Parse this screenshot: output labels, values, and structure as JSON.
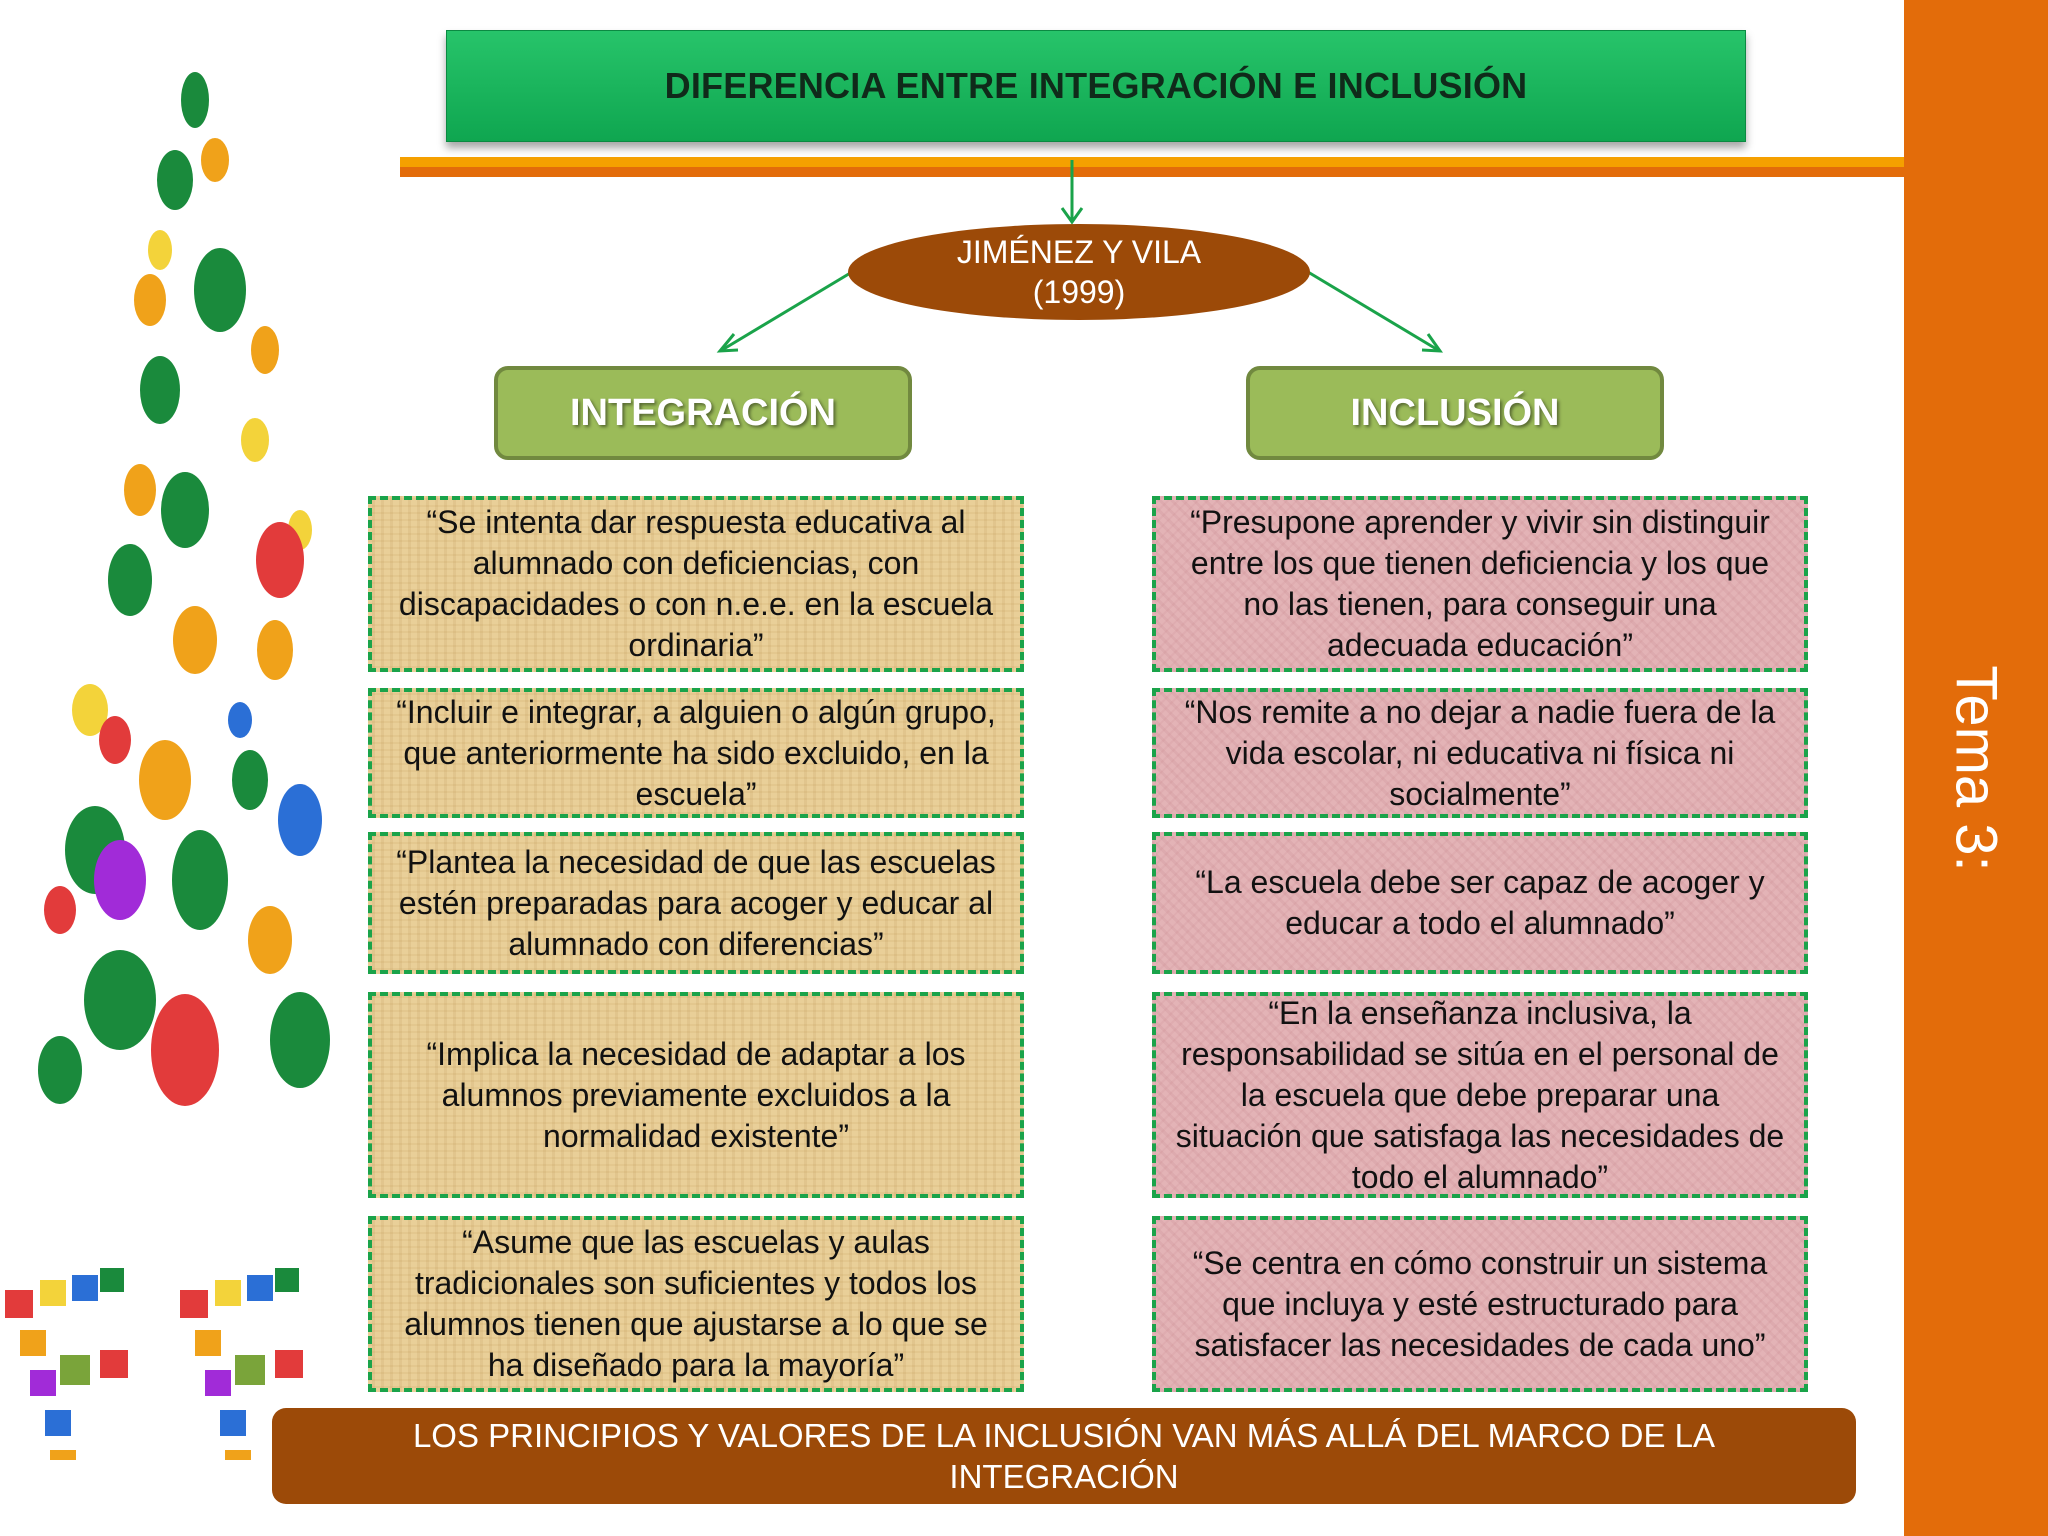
{
  "title": "DIFERENCIA ENTRE INTEGRACIÓN E INCLUSIÓN",
  "author": {
    "line1": "JIMÉNEZ Y VILA",
    "line2": "(1999)"
  },
  "integracion": {
    "header": "INTEGRACIÓN",
    "items": [
      "“Se intenta dar respuesta educativa al alumnado con deficiencias, con discapacidades o con n.e.e. en la escuela ordinaria”",
      "“Incluir e integrar, a alguien o algún grupo, que anteriormente ha sido excluido, en la escuela”",
      "“Plantea la necesidad de que las escuelas estén preparadas para acoger y educar al alumnado con diferencias”",
      "“Implica la necesidad de adaptar a los alumnos previamente excluidos a la normalidad existente”",
      "“Asume que las escuelas y aulas tradicionales son suficientes y todos los alumnos tienen que ajustarse a lo que se ha diseñado para la mayoría”"
    ]
  },
  "inclusion": {
    "header": "INCLUSIÓN",
    "items": [
      "“Presupone aprender y vivir sin distinguir entre los que tienen deficiencia y los que no las tienen, para conseguir una adecuada educación”",
      "“Nos remite a no dejar a nadie fuera de la vida escolar, ni educativa ni física ni socialmente”",
      "“La escuela debe ser capaz de acoger y educar a todo el alumnado”",
      "“En la enseñanza inclusiva, la responsabilidad se sitúa en el personal de la escuela que debe preparar una situación que satisfaga las necesidades de todo el alumnado”",
      "“Se centra en cómo construir un sistema que incluya y esté estructurado para satisfacer las necesidades de cada uno”"
    ]
  },
  "footer": "LOS PRINCIPIOS Y VALORES DE LA INCLUSIÓN VAN MÁS ALLÁ DEL MARCO DE LA INTEGRACIÓN",
  "side_label": "Tema 3:",
  "decoration": {
    "icon": "hand-prints-tree-icon",
    "blocks_icon": "colored-blocks-letters-icon"
  },
  "colors": {
    "title_green": "#1db55c",
    "header_green": "#9bbb59",
    "brown": "#9c4a08",
    "orange": "#e36c0a",
    "stripe_yellow": "#f5a000",
    "tan_box": "#e9cf98",
    "pink_box": "#e3b3b6",
    "dash_green": "#1aa34a"
  }
}
